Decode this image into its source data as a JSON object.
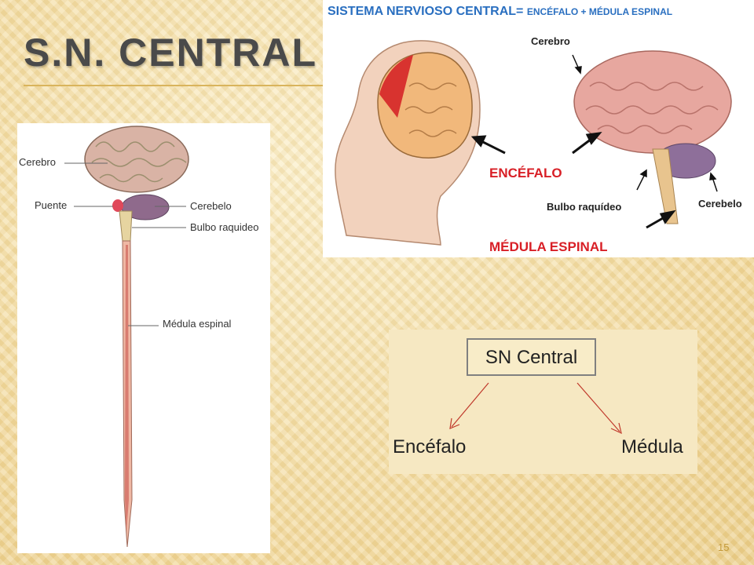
{
  "slide": {
    "title": "S.N. CENTRAL",
    "number": "15"
  },
  "spinal_figure": {
    "labels": {
      "cerebro": "Cerebro",
      "puente": "Puente",
      "cerebelo": "Cerebelo",
      "bulbo": "Bulbo raquideo",
      "medula": "Médula espinal"
    }
  },
  "brain_figure": {
    "heading_main": "SISTEMA NERVIOSO CENTRAL=",
    "heading_sub": "ENCÉFALO + MÉDULA ESPINAL",
    "labels": {
      "cerebro": "Cerebro",
      "encefalo": "ENCÉFALO",
      "bulbo": "Bulbo raquídeo",
      "cerebelo": "Cerebelo",
      "medula": "MÉDULA ESPINAL"
    }
  },
  "diagram": {
    "root": "SN Central",
    "left": "Encéfalo",
    "right": "Médula"
  },
  "colors": {
    "heading_blue": "#2a6fc0",
    "label_red": "#d81f26",
    "title_gray": "#4a4a4a",
    "arrow_red": "#c0392b"
  }
}
